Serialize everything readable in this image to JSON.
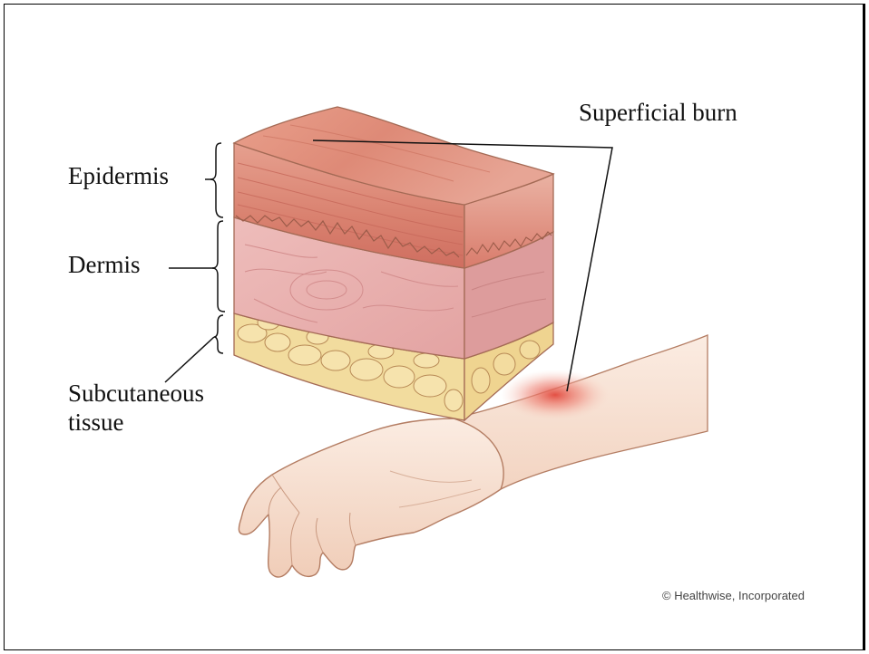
{
  "labels": {
    "superficial_burn": "Superficial burn",
    "epidermis": "Epidermis",
    "dermis": "Dermis",
    "subcutaneous_line1": "Subcutaneous",
    "subcutaneous_line2": "tissue"
  },
  "credit": "© Healthwise, Incorporated",
  "colors": {
    "epidermis_top": "#e59a86",
    "epidermis_front": "#d98576",
    "dermis": "#eab3b0",
    "fat": "#f2dc9e",
    "skin": "#f7e2d4",
    "burn": "#e2483c",
    "outline": "#a46a55"
  }
}
